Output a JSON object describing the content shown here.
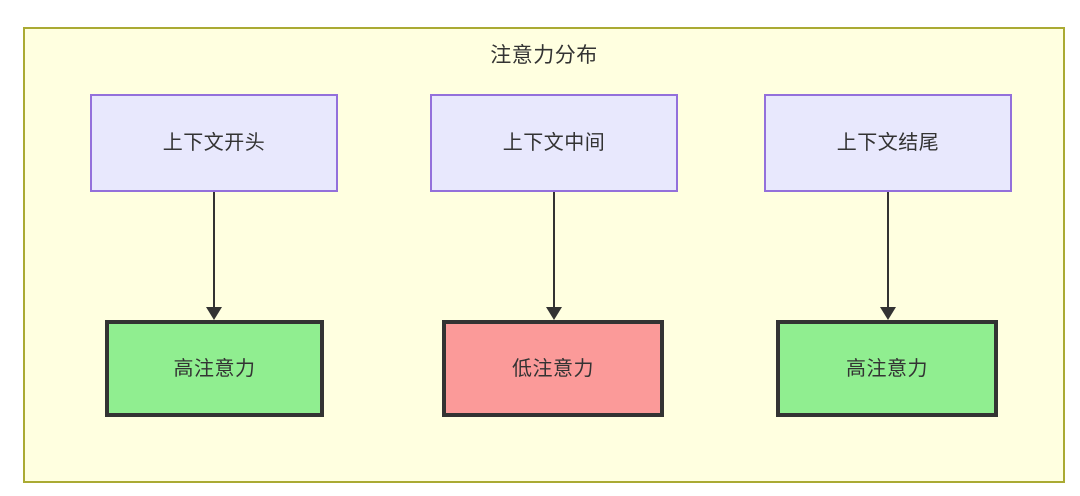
{
  "diagram": {
    "title": "注意力分布",
    "type": "flowchart",
    "direction": "top-down",
    "container": {
      "fill_color": "#ffffe0",
      "border_color": "#aaaa33"
    },
    "nodes": [
      {
        "id": "ctx-start",
        "label": "上下文开头",
        "group": "context",
        "fill_color": "#e8e8fd",
        "border_color": "#9370db",
        "column": 1,
        "row": 1
      },
      {
        "id": "ctx-middle",
        "label": "上下文中间",
        "group": "context",
        "fill_color": "#e8e8fd",
        "border_color": "#9370db",
        "column": 2,
        "row": 1
      },
      {
        "id": "ctx-end",
        "label": "上下文结尾",
        "group": "context",
        "fill_color": "#e8e8fd",
        "border_color": "#9370db",
        "column": 3,
        "row": 1
      },
      {
        "id": "attn-start",
        "label": "高注意力",
        "group": "attention",
        "fill_color": "#90ee90",
        "border_color": "#333333",
        "column": 1,
        "row": 2
      },
      {
        "id": "attn-middle",
        "label": "低注意力",
        "group": "attention",
        "fill_color": "#fb9a99",
        "border_color": "#333333",
        "column": 2,
        "row": 2
      },
      {
        "id": "attn-end",
        "label": "高注意力",
        "group": "attention",
        "fill_color": "#90ee90",
        "border_color": "#333333",
        "column": 3,
        "row": 2
      }
    ],
    "edges": [
      {
        "from": "ctx-start",
        "to": "attn-start",
        "arrow": "down",
        "label": ""
      },
      {
        "from": "ctx-middle",
        "to": "attn-middle",
        "arrow": "down",
        "label": ""
      },
      {
        "from": "ctx-end",
        "to": "attn-end",
        "arrow": "down",
        "label": ""
      }
    ]
  }
}
